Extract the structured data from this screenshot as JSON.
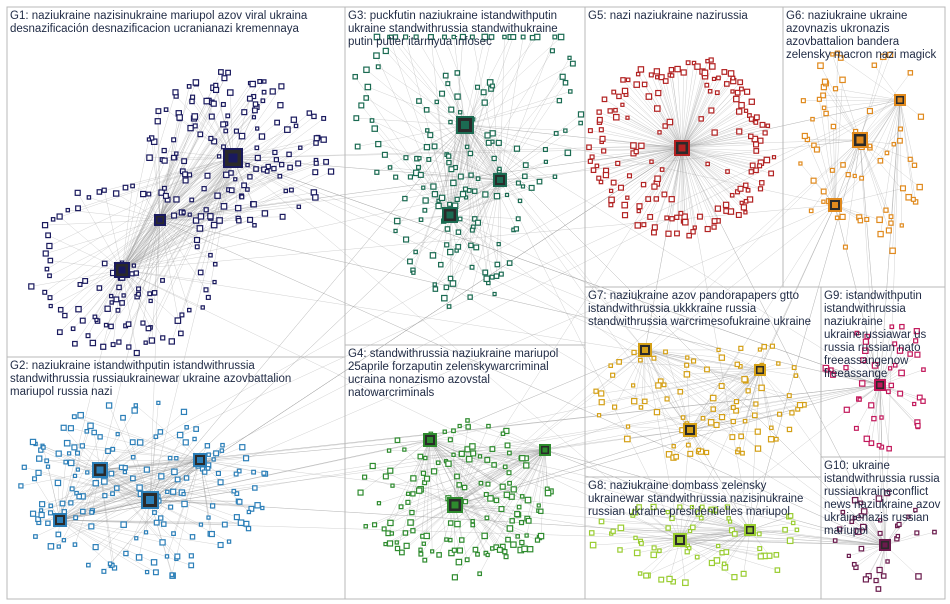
{
  "groups": [
    {
      "id": "G1",
      "label": "G1: naziukraine nazisinukraine mariupol azov viral ukraina\ndesnazificación desnazificacion ucranianazi kremennaya",
      "color": "#1a1a5e"
    },
    {
      "id": "G2",
      "label": "G2: naziukraine istandwithputin istandwithrussia\nstandwithrussia russiaukrainewar ukraine azovbattalion\nmariupol russia nazi",
      "color": "#2c7fb8"
    },
    {
      "id": "G3",
      "label": "G3: puckfutin naziukraine istandwithputin\nukraine standwithrussia standwithukraine\nputin putler itarmyua infosec",
      "color": "#1b6b52"
    },
    {
      "id": "G4",
      "label": "G4: standwithrussia naziukraine mariupol\n25aprile forzaputin zelenskywarcriminal\nucraina nonazismo azovstal\nnatowarcriminals",
      "color": "#2e8b2e"
    },
    {
      "id": "G5",
      "label": "G5: nazi naziukraine nazirussia",
      "color": "#b22222"
    },
    {
      "id": "G6",
      "label": "G6: naziukraine ukraine\nazovnazis ukronazis\nazovbattalion bandera\nzelensky macron nazi magick",
      "color": "#e08a1e"
    },
    {
      "id": "G7",
      "label": "G7: naziukraine azov pandorapapers gtto\nistandwithrussia ukkkraine russia\nstandwithrussia warcrimesofukraine ukraine",
      "color": "#d4a017"
    },
    {
      "id": "G8",
      "label": "G8: naziukraine dombass zelensky\nukrainewar standwithrussia nazisinukraine\nrussian ukraine presidentielles mariupol",
      "color": "#9acd32"
    },
    {
      "id": "G9",
      "label": "G9: istandwithputin\nistandwithrussia\nnaziukraine\nukrainerussiawar us\nrussia russian nato\nfreeassangenow\nfreeassange",
      "color": "#c2185b"
    },
    {
      "id": "G10",
      "label": "G10: ukraine\nistandwithrussia russia\nrussiaukraineconflict\nnews naziukraine azov\nukrainenazis russian\nmariupol",
      "color": "#6a1b4d"
    }
  ],
  "colors": {
    "panel_border": "#b8b8b8",
    "edge": "#9a9a9a",
    "label_text": "#1f2a44"
  }
}
